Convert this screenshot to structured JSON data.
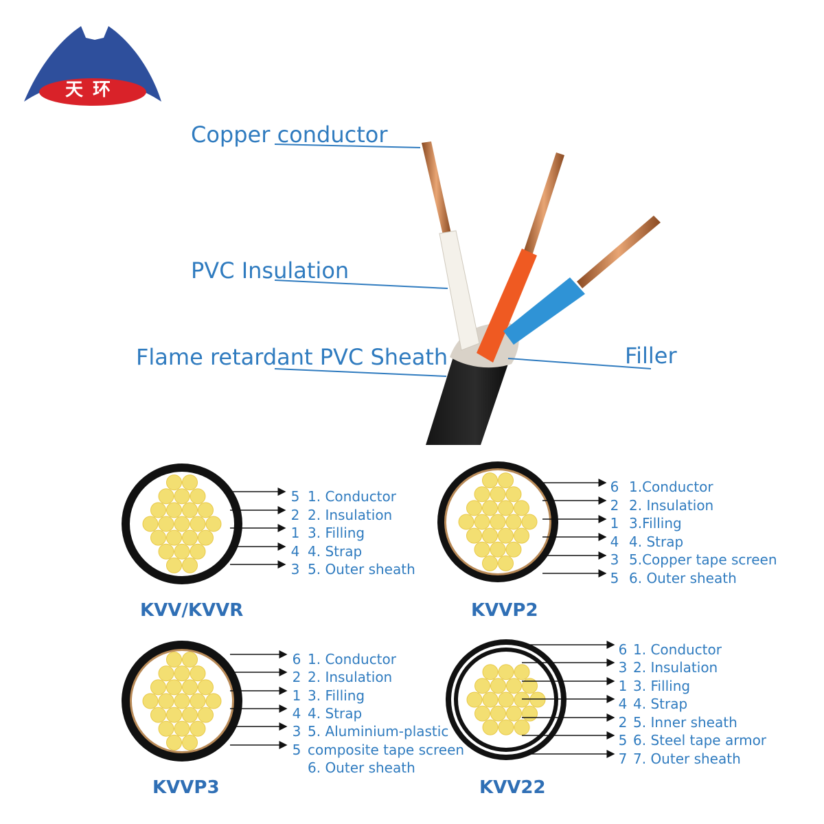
{
  "brand": {
    "logo_text": "天环",
    "colors": {
      "blue": "#2e4f9c",
      "red": "#d92229"
    }
  },
  "photo_callouts": {
    "copper": "Copper conductor",
    "insulation": "PVC Insulation",
    "sheath": "Flame retardant PVC Sheath",
    "filler": "Filler"
  },
  "diagrams": [
    {
      "model": "KVV/KVVR",
      "numbers": [
        "5",
        "2",
        "1",
        "4",
        "3"
      ],
      "labels": [
        "1. Conductor",
        "2. Insulation",
        "3. Filling",
        "4. Strap",
        "5. Outer sheath"
      ]
    },
    {
      "model": "KVVP2",
      "numbers": [
        "6",
        "2",
        "1",
        "4",
        "3",
        "5"
      ],
      "labels": [
        "1.Conductor",
        "2. Insulation",
        "3.Filling",
        "4. Strap",
        "5.Copper tape screen",
        "6. Outer sheath"
      ]
    },
    {
      "model": "KVVP3",
      "numbers": [
        "6",
        "2",
        "1",
        "4",
        "3",
        "5"
      ],
      "labels": [
        "1. Conductor",
        "2. Insulation",
        "3. Filling",
        "4. Strap",
        "5. Aluminium-plastic",
        "composite tape screen",
        "6. Outer sheath"
      ]
    },
    {
      "model": "KVV22",
      "numbers": [
        "6",
        "3",
        "1",
        "4",
        "2",
        "5",
        "7"
      ],
      "labels": [
        "1. Conductor",
        "2. Insulation",
        "3. Filling",
        "4. Strap",
        "5. Inner sheath",
        "6. Steel tape armor",
        "7. Outer sheath"
      ]
    }
  ],
  "colors": {
    "label_blue": "#2f7bbf",
    "wire_white": "#f4f1ea",
    "wire_orange": "#ef5a22",
    "wire_blue": "#2f93d6",
    "conductor_yellow": "#f3df72"
  }
}
